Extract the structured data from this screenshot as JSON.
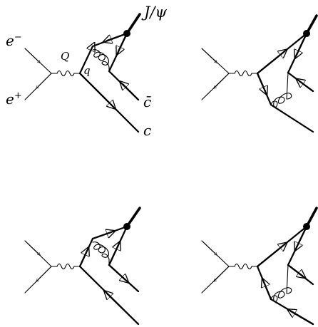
{
  "labels": {
    "electron": "e",
    "electron_sup": "−",
    "positron": "e",
    "positron_sup": "+",
    "photon": "Q",
    "quark": "q",
    "jpsi": "J/ψ",
    "cbar": "c̄",
    "c": "c"
  }
}
